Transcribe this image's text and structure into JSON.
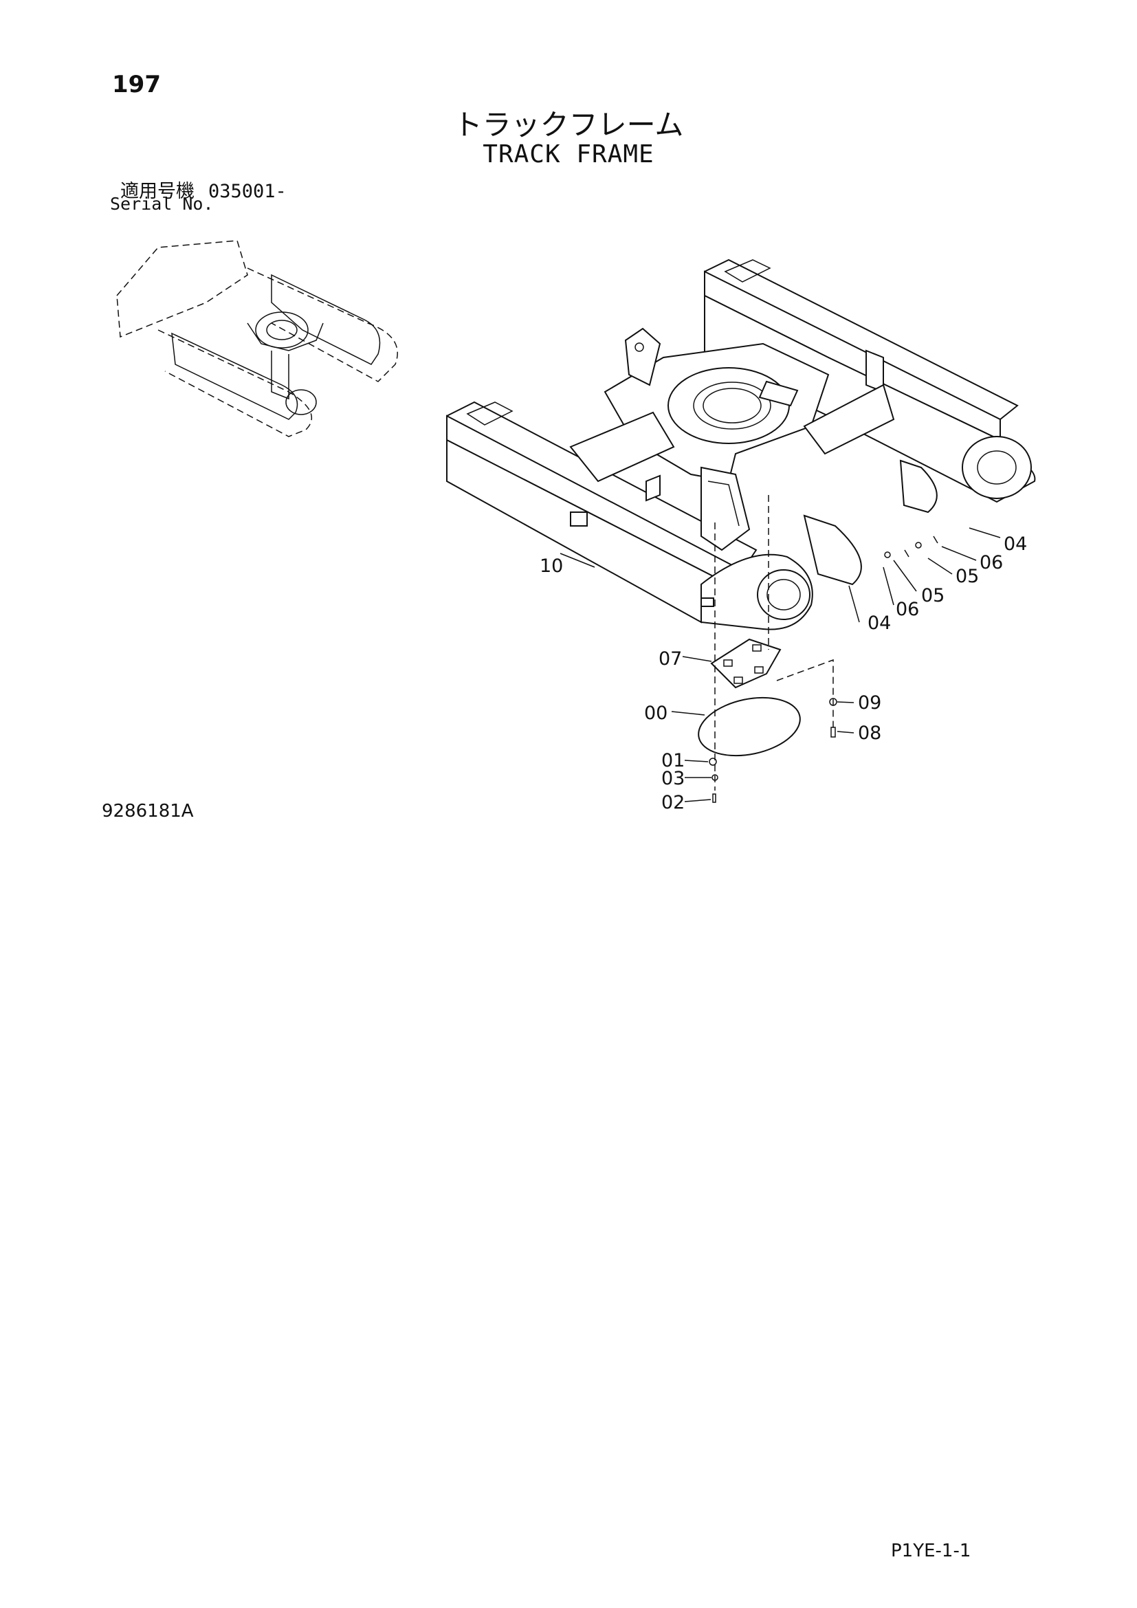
{
  "page_number": "197",
  "title": {
    "jp": "トラックフレーム",
    "en": "TRACK FRAME"
  },
  "serial": {
    "jp_label": "適用号機",
    "value": "035001-",
    "en_label": "Serial No."
  },
  "reference_code": "9286181A",
  "page_code": "P1YE-1-1",
  "callouts": {
    "c10": "10",
    "c04a": "04",
    "c06a": "06",
    "c05a": "05",
    "c04b": "04",
    "c06b": "06",
    "c05b": "05",
    "c07": "07",
    "c00": "00",
    "c09": "09",
    "c08": "08",
    "c01": "01",
    "c03": "03",
    "c02": "02"
  }
}
